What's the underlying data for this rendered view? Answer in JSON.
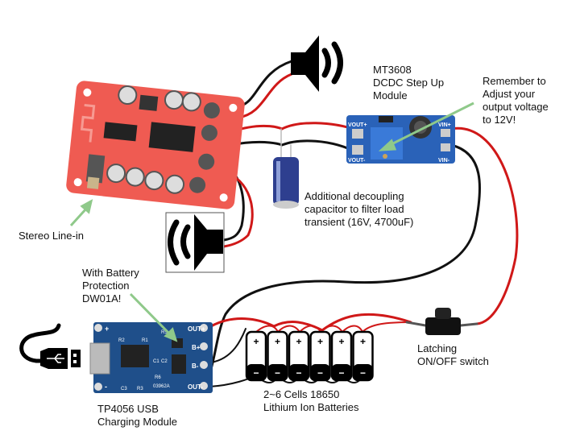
{
  "title": "Bluetooth amplifier battery-powered wiring diagram",
  "colors": {
    "wire_red": "#d01818",
    "wire_black": "#111111",
    "amp_board": "#ef5b52",
    "boost_board": "#2a62b8",
    "charger_board": "#1f4f8a",
    "arrow_green": "#8fc98a",
    "capacitor": "#2e3f8f"
  },
  "components": {
    "amplifier_board": {
      "name": "amplifier-board"
    },
    "speaker_right": {
      "icon": "speaker-icon"
    },
    "speaker_left": {
      "icon": "speaker-icon"
    },
    "boost_module": {
      "pins": {
        "vout_plus": "VOUT+",
        "vout_minus": "VOUT-",
        "vin_plus": "VIN+",
        "vin_minus": "VIN-"
      }
    },
    "charger_module": {
      "pins": {
        "out_plus": "OUT+",
        "b_plus": "B+",
        "b_minus": "B-",
        "out_minus": "OUT-",
        "plus": "+",
        "minus": "-"
      },
      "silkscreen": {
        "r1": "R1",
        "r2": "R2",
        "r3": "R3",
        "r5": "R5",
        "r6": "R6",
        "c1": "C1",
        "c2": "C2",
        "c3": "C3",
        "chip": "03962A"
      }
    },
    "battery_pack": {
      "cell_count": 6,
      "plus": "+",
      "minus": "−"
    },
    "usb_cable": {
      "icon": "usb-icon"
    },
    "switch": {
      "icon": "latching-switch"
    }
  },
  "labels": {
    "boost": "MT3608\nDCDC Step Up\nModule",
    "reminder": "Remember to\nAdjust your\noutput voltage\nto 12V!",
    "capacitor": "Additional decoupling\ncapacitor to filter load\ntransient (16V, 4700uF)",
    "line_in": "Stereo Line-in",
    "protection": "With Battery\nProtection\nDW01A!",
    "charger": "TP4056 USB\nCharging Module",
    "batteries": "2~6 Cells 18650\nLithium Ion Batteries",
    "switch": "Latching\nON/OFF switch"
  }
}
